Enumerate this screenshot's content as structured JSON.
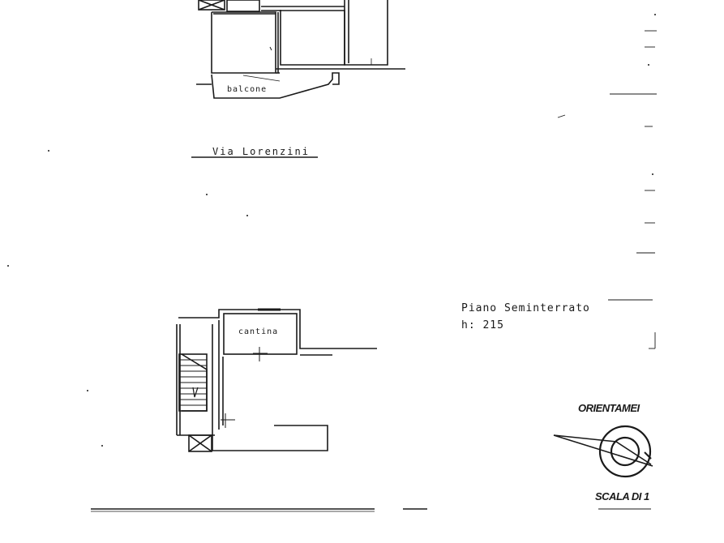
{
  "labels": {
    "balcone": "balcone",
    "street": "Via Lorenzini",
    "cantina": "cantina",
    "floor_name": "Piano  Seminterrato",
    "height": "h: 215",
    "orientation": "ORIENTAMEI",
    "scale": "SCALA DI 1"
  },
  "colors": {
    "ink": "#1a1a1a",
    "paper": "#ffffff"
  }
}
